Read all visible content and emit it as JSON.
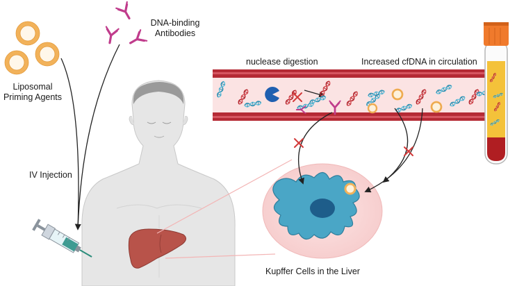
{
  "labels": {
    "liposomal_line1": "Liposomal",
    "liposomal_line2": "Priming Agents",
    "dna_line1": "DNA-binding",
    "dna_line2": "Antibodies",
    "iv_injection": "IV Injection",
    "nuclease_digestion": "nuclease digestion",
    "increased_cfdna": "Increased cfDNA in circulation",
    "kupffer": "Kupffer Cells in the Liver"
  },
  "colors": {
    "vessel_wall": "#b52a35",
    "vessel_lumen": "#fbe3e3",
    "liposome": "#f2b25a",
    "antibody": "#c03c8c",
    "dna_red": "#b3262e",
    "dna_blue": "#3aa8c8",
    "kupffer": "#4aa6c6",
    "nucleus": "#1e5d8a",
    "liver": "#b8534a",
    "skin": "#e4e4e4",
    "block_x": "#d23a3a",
    "tube_cap": "#f07a2c",
    "tube_plasma": "#f4c23a",
    "tube_blood": "#b01e22"
  },
  "icons": [
    "liposome-icon",
    "antibody-icon",
    "dna-strand-icon",
    "nuclease-icon",
    "syringe-icon",
    "blood-tube-icon",
    "liver-icon",
    "kupffer-cell-icon",
    "block-x-icon"
  ]
}
